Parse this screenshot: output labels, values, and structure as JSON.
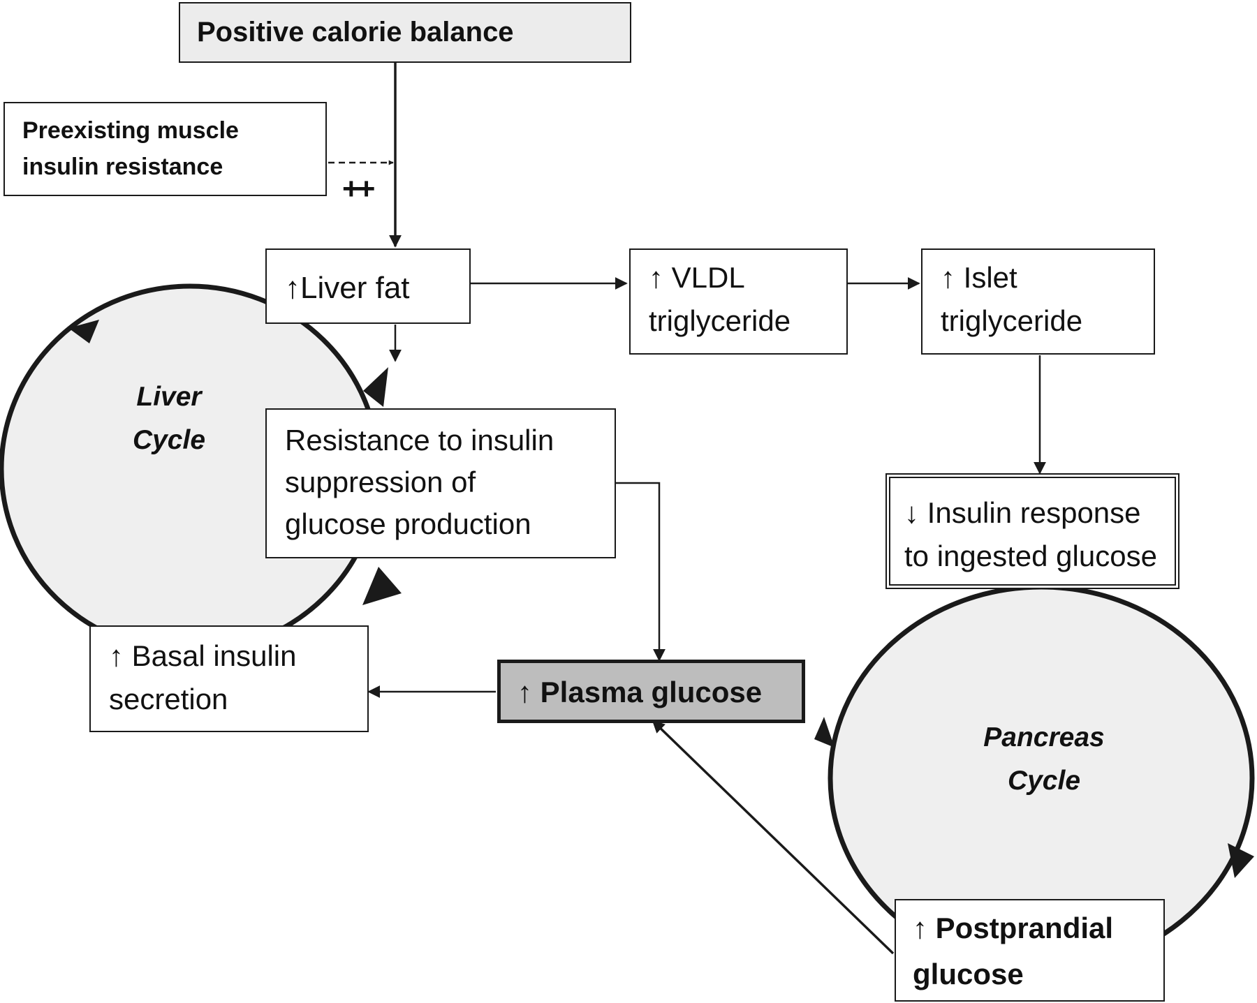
{
  "colors": {
    "stroke": "#1a1a1a",
    "cycle_fill": "#efefef",
    "top_box_fill": "#ececec",
    "plasma_box_fill": "#bdbdbd",
    "box_fill": "#ffffff"
  },
  "nodes": {
    "calorie": {
      "text": "Positive calorie balance"
    },
    "muscle": {
      "line1": "Preexisting muscle",
      "line2": "insulin resistance"
    },
    "plus_sign": "++",
    "liver_fat": {
      "text": "↑Liver fat"
    },
    "vldl": {
      "line1": "↑ VLDL",
      "line2": "triglyceride"
    },
    "islet": {
      "line1": "↑ Islet",
      "line2": "triglyceride"
    },
    "resistance": {
      "line1": "Resistance to insulin",
      "line2": "suppression of",
      "line3": "glucose production"
    },
    "insulin_response": {
      "line1": "↓ Insulin response",
      "line2": "to ingested glucose"
    },
    "basal": {
      "line1": "↑ Basal insulin",
      "line2": "secretion"
    },
    "plasma": {
      "text": "↑ Plasma glucose"
    },
    "postprandial": {
      "line1": "↑ Postprandial",
      "line2": "glucose"
    }
  },
  "cycles": {
    "liver": {
      "line1": "Liver",
      "line2": "Cycle"
    },
    "pancreas": {
      "line1": "Pancreas",
      "line2": "Cycle"
    }
  }
}
